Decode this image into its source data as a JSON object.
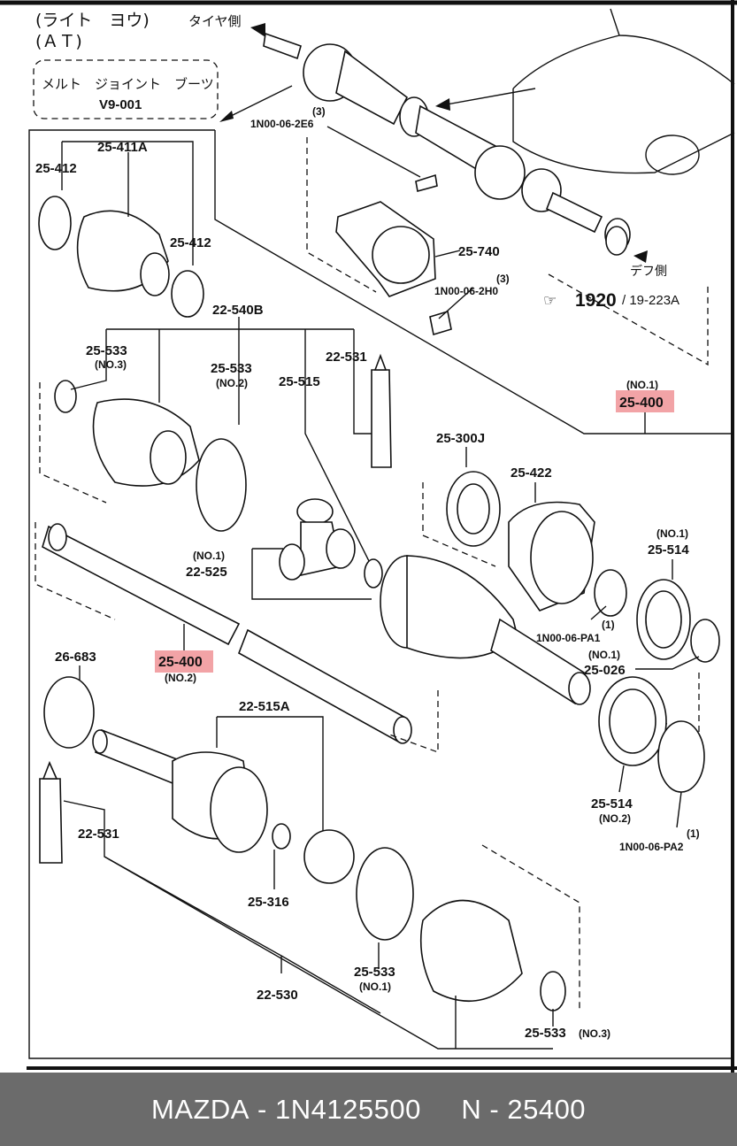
{
  "header": {
    "line1": "(ライト　ヨウ)",
    "line2": "(ＡＴ)",
    "box_line1": "メルト　ジョイント　ブーツ",
    "box_line2": "V9-001"
  },
  "notes": {
    "tire_side": "タイヤ側",
    "diff_side": "デフ側",
    "ref_main": "1920",
    "ref_sub": "/ 19-223A"
  },
  "callouts": {
    "c25_411A": "25-411A",
    "c25_412_left": "25-412",
    "c25_412_right": "25-412",
    "c_qty3_a": "(3)",
    "c1N00_06_2E6": "1N00-06-2E6",
    "c25_740": "25-740",
    "c_qty3_b": "(3)",
    "c1N00_06_2H0": "1N00-06-2H0",
    "c22_540B": "22-540B",
    "c25_533_no3_top": "25-533",
    "c_no3_top": "(NO.3)",
    "c25_533_no2": "25-533",
    "c_no2_a": "(NO.2)",
    "c25_515": "25-515",
    "c22_531_top": "22-531",
    "c_no1_a": "(NO.1)",
    "c25_400_no1": "25-400",
    "c25_300J": "25-300J",
    "c25_422": "25-422",
    "c_no1_b": "(NO.1)",
    "c25_514_no1": "25-514",
    "c_no1_c": "(NO.1)",
    "c22_525": "22-525",
    "c_qty1_a": "(1)",
    "c1N00_06_PA1": "1N00-06-PA1",
    "c_no1_d": "(NO.1)",
    "c25_026": "25-026",
    "c26_683": "26-683",
    "c25_400_no2": "25-400",
    "c_no2_b": "(NO.2)",
    "c22_515A": "22-515A",
    "c25_514_no2": "25-514",
    "c_no2_c": "(NO.2)",
    "c_qty1_b": "(1)",
    "c1N00_06_PA2": "1N00-06-PA2",
    "c22_531_bottom": "22-531",
    "c25_316": "25-316",
    "c25_533_no1": "25-533",
    "c_no1_e": "(NO.1)",
    "c22_530": "22-530",
    "c25_533_no3_bottom": "25-533",
    "c_no3_bottom": "(NO.3)"
  },
  "highlight_color": "#f2a3a6",
  "footer": {
    "brand": "MAZDA",
    "part_number": "1N4125500",
    "ref": "N - 25400"
  }
}
